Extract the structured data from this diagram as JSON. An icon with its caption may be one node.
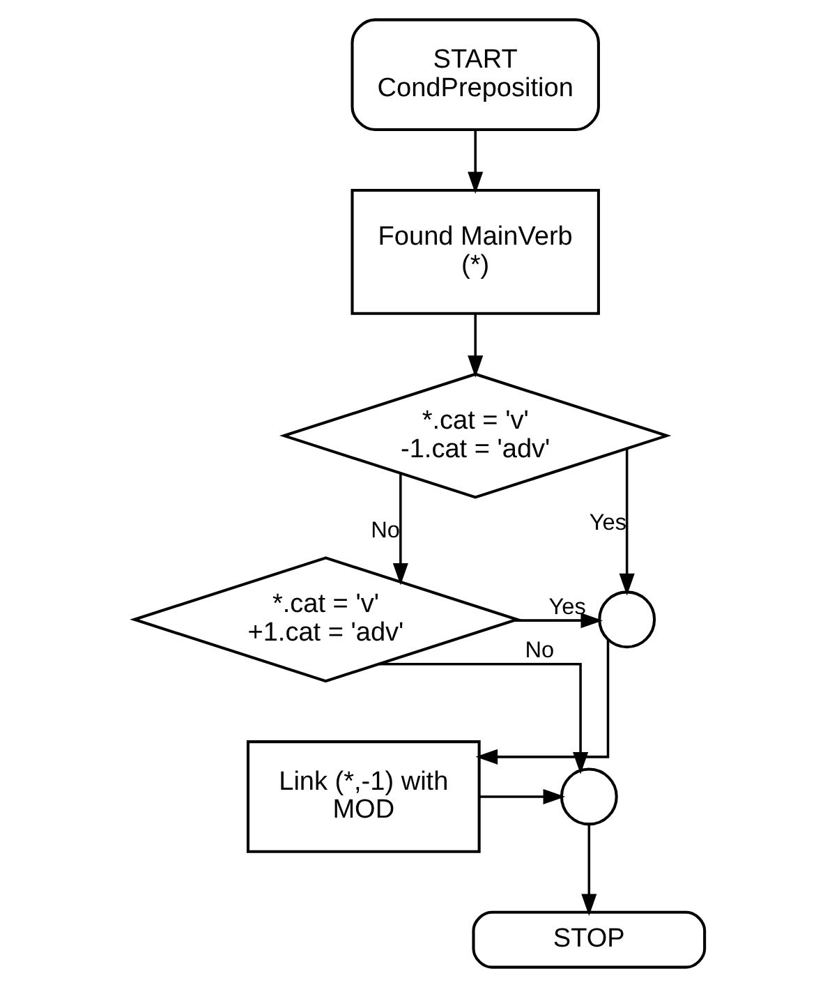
{
  "diagram": {
    "nodes": [
      {
        "text": [
          "START CondPreposition"
        ]
      },
      {
        "text": [
          "Found MainVerb (*)"
        ]
      },
      {
        "text": [
          "*.cat = 'v' -1.cat = 'adv'"
        ]
      },
      {
        "text": [
          "*.cat = 'v' +1.cat = 'adv'"
        ]
      },
      {
        "text": [],
        "shape": "circle"
      },
      {
        "text": [
          "Link (*,-1) with MOD"
        ]
      },
      {
        "text": [],
        "shape": "circle"
      },
      {
        "text": [
          "STOP"
        ]
      }
    ],
    "edges": [
      {
        "from": 0,
        "to": 1,
        "arrow": "to"
      },
      {
        "from": 1,
        "to": 2,
        "arrow": "to"
      },
      {
        "from": 2,
        "to": 4,
        "arrow": "to",
        "label": "Yes"
      },
      {
        "from": 2,
        "to": 3,
        "arrow": "to",
        "label": "No"
      },
      {
        "from": 3,
        "to": 4,
        "arrow": "to",
        "label": "Yes"
      },
      {
        "from": 4,
        "to": 5,
        "arrow": "to"
      },
      {
        "from": 5,
        "to": 6,
        "arrow": "to"
      },
      {
        "from": 3,
        "to": 6,
        "arrow": "to",
        "label": "No"
      },
      {
        "from": 6,
        "to": 7,
        "arrow": "to"
      }
    ]
  }
}
